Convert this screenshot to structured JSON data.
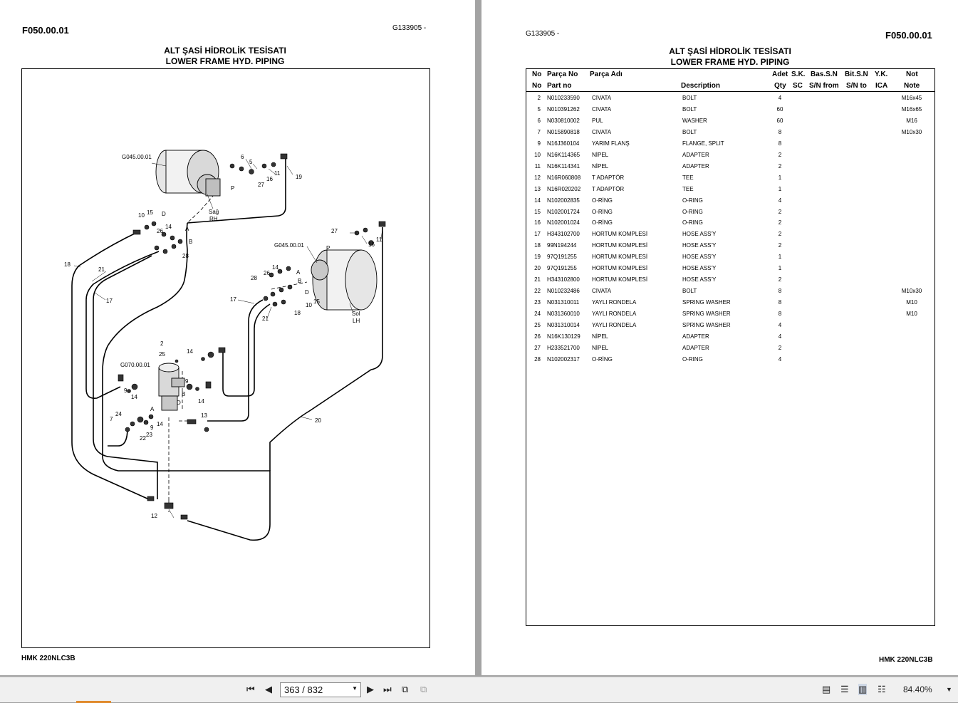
{
  "left_page": {
    "code": "F050.00.01",
    "ref": "G133905 -",
    "title_tr": "ALT ŞASİ HİDROLİK TESİSATI",
    "title_en": "LOWER FRAME HYD. PIPING",
    "model": "HMK 220NLC3B",
    "drawing_labels": {
      "g045_top": "G045.00.01",
      "g045_mid": "G045.00.01",
      "g070": "G070.00.01",
      "sag": "Sağ",
      "rh": "RH",
      "sol": "Sol",
      "lh": "LH",
      "port_a": "A",
      "port_b": "B",
      "port_d": "D",
      "port_p": "P",
      "n2": "2",
      "n5": "5",
      "n6": "6",
      "n7": "7",
      "n9": "9",
      "n10": "10",
      "n11": "11",
      "n12": "12",
      "n13": "13",
      "n14": "14",
      "n15": "15",
      "n16": "16",
      "n17": "17",
      "n18": "18",
      "n19": "19",
      "n20": "20",
      "n21": "21",
      "n22": "22",
      "n23": "23",
      "n24": "24",
      "n25": "25",
      "n26": "26",
      "n27": "27",
      "n28": "28"
    }
  },
  "right_page": {
    "ref": "G133905 -",
    "code": "F050.00.01",
    "title_tr": "ALT ŞASİ HİDROLİK TESİSATI",
    "title_en": "LOWER FRAME HYD. PIPING",
    "model": "HMK 220NLC3B",
    "headers": {
      "no_tr": "No",
      "no_en": "No",
      "part_tr": "Parça No",
      "part_en": "Part no",
      "name_tr": "Parça Adı",
      "desc_en": "Description",
      "qty_tr": "Adet",
      "qty_en": "Qty",
      "sk": "S.K.",
      "sc": "SC",
      "bas_tr": "Bas.S.N",
      "bas_en": "S/N from",
      "bit_tr": "Bit.S.N",
      "bit_en": "S/N to",
      "yk": "Y.K.",
      "ica": "ICA",
      "not_tr": "Not",
      "not_en": "Note"
    },
    "rows": [
      {
        "no": "2",
        "part": "N010233590",
        "tr": "CIVATA",
        "en": "BOLT",
        "qty": "4",
        "note": "M16x45"
      },
      {
        "no": "5",
        "part": "N010391262",
        "tr": "CIVATA",
        "en": "BOLT",
        "qty": "60",
        "note": "M16x65"
      },
      {
        "no": "6",
        "part": "N030810002",
        "tr": "PUL",
        "en": "WASHER",
        "qty": "60",
        "note": "M16"
      },
      {
        "no": "7",
        "part": "N015890818",
        "tr": "CIVATA",
        "en": "BOLT",
        "qty": "8",
        "note": "M10x30"
      },
      {
        "no": "9",
        "part": "N16J360104",
        "tr": "YARIM FLANŞ",
        "en": "FLANGE, SPLIT",
        "qty": "8",
        "note": ""
      },
      {
        "no": "10",
        "part": "N16K114365",
        "tr": "NİPEL",
        "en": "ADAPTER",
        "qty": "2",
        "note": ""
      },
      {
        "no": "11",
        "part": "N16K114341",
        "tr": "NİPEL",
        "en": "ADAPTER",
        "qty": "2",
        "note": ""
      },
      {
        "no": "12",
        "part": "N16R060808",
        "tr": "T ADAPTÖR",
        "en": "TEE",
        "qty": "1",
        "note": ""
      },
      {
        "no": "13",
        "part": "N16R020202",
        "tr": "T ADAPTÖR",
        "en": "TEE",
        "qty": "1",
        "note": ""
      },
      {
        "no": "14",
        "part": "N102002835",
        "tr": "O-RİNG",
        "en": "O-RING",
        "qty": "4",
        "note": ""
      },
      {
        "no": "15",
        "part": "N102001724",
        "tr": "O-RİNG",
        "en": "O-RING",
        "qty": "2",
        "note": ""
      },
      {
        "no": "16",
        "part": "N102001024",
        "tr": "O-RİNG",
        "en": "O-RING",
        "qty": "2",
        "note": ""
      },
      {
        "no": "17",
        "part": "H343102700",
        "tr": "HORTUM KOMPLESİ",
        "en": "HOSE ASS'Y",
        "qty": "2",
        "note": ""
      },
      {
        "no": "18",
        "part": "99N194244",
        "tr": "HORTUM KOMPLESİ",
        "en": "HOSE ASS'Y",
        "qty": "2",
        "note": ""
      },
      {
        "no": "19",
        "part": "97Q191255",
        "tr": "HORTUM KOMPLESİ",
        "en": "HOSE ASS'Y",
        "qty": "1",
        "note": ""
      },
      {
        "no": "20",
        "part": "97Q191255",
        "tr": "HORTUM KOMPLESİ",
        "en": "HOSE ASS'Y",
        "qty": "1",
        "note": ""
      },
      {
        "no": "21",
        "part": "H343102800",
        "tr": "HORTUM KOMPLESİ",
        "en": "HOSE ASS'Y",
        "qty": "2",
        "note": ""
      },
      {
        "no": "22",
        "part": "N010232486",
        "tr": "CIVATA",
        "en": "BOLT",
        "qty": "8",
        "note": "M10x30"
      },
      {
        "no": "23",
        "part": "N031310011",
        "tr": "YAYLI RONDELA",
        "en": "SPRING WASHER",
        "qty": "8",
        "note": "M10"
      },
      {
        "no": "24",
        "part": "N031360010",
        "tr": "YAYLI RONDELA",
        "en": "SPRING WASHER",
        "qty": "8",
        "note": "M10"
      },
      {
        "no": "25",
        "part": "N031310014",
        "tr": "YAYLI RONDELA",
        "en": "SPRING WASHER",
        "qty": "4",
        "note": ""
      },
      {
        "no": "26",
        "part": "N16K130129",
        "tr": "NİPEL",
        "en": "ADAPTER",
        "qty": "4",
        "note": ""
      },
      {
        "no": "27",
        "part": "H233521700",
        "tr": "NİPEL",
        "en": "ADAPTER",
        "qty": "2",
        "note": ""
      },
      {
        "no": "28",
        "part": "N102002317",
        "tr": "O-RİNG",
        "en": "O-RING",
        "qty": "4",
        "note": ""
      }
    ]
  },
  "toolbar": {
    "page_value": "363 / 832",
    "zoom": "84.40%",
    "icons": [
      "first-page-icon",
      "prev-page-icon",
      "next-page-icon",
      "last-page-icon",
      "rotate-icon",
      "copy-icon",
      "single-page-icon",
      "continuous-icon",
      "two-page-icon",
      "two-page-scroll-icon"
    ]
  }
}
